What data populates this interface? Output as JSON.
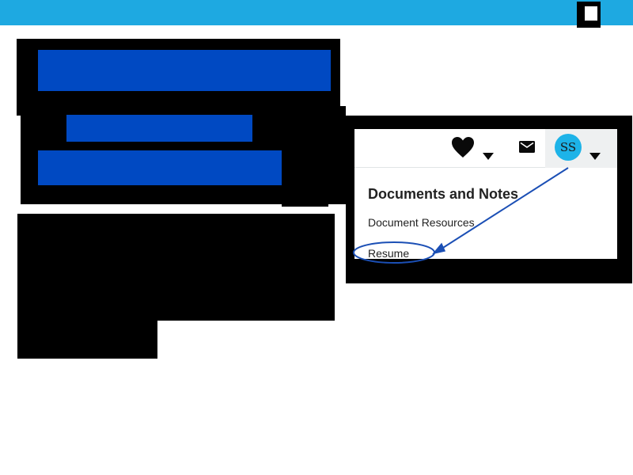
{
  "inset": {
    "avatar_initials": "SS",
    "section_title": "Documents and Notes",
    "links": {
      "document_resources": "Document Resources",
      "resume": "Resume"
    }
  },
  "icons": {
    "favorites": "heart-icon",
    "favorites_menu": "caret-down-icon",
    "messages": "mail-icon",
    "profile_menu": "caret-down-icon"
  },
  "colors": {
    "top_bar": "#1ea9e1",
    "avatar": "#1db3e8",
    "redaction_blue": "#0049c2",
    "annotation": "#1b4fb5"
  }
}
